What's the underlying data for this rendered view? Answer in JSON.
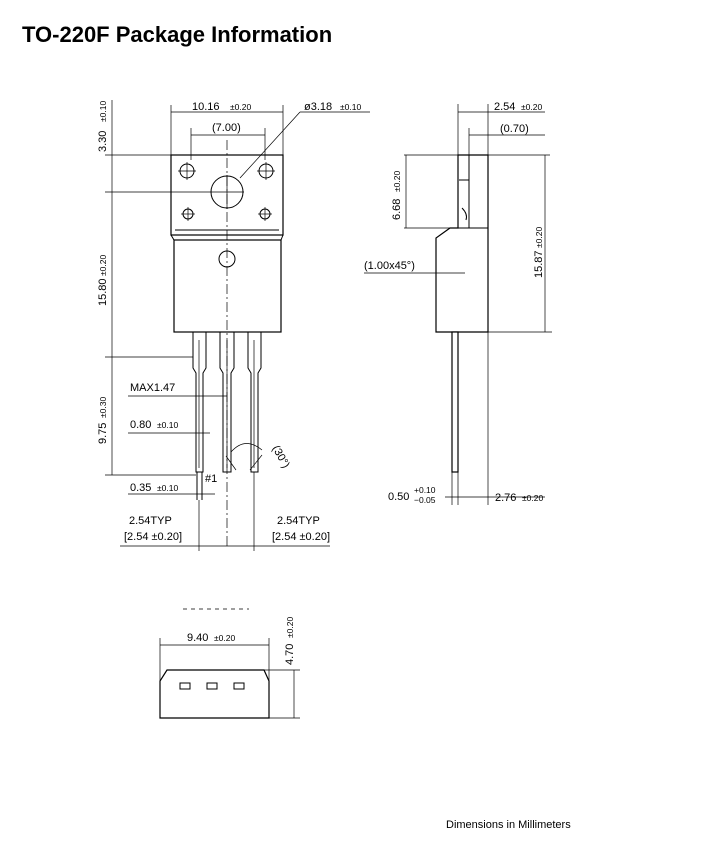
{
  "title": "TO-220F Package Information",
  "footer": "Dimensions in Millimeters",
  "front_view": {
    "overall_width": {
      "value": "10.16",
      "tol": "±0.20"
    },
    "hole_diameter": {
      "value": "ø3.18",
      "tol": "±0.10"
    },
    "inner_width": "(7.00)",
    "tab_top": {
      "value": "3.30",
      "tol": "±0.10"
    },
    "body_height": {
      "value": "15.80",
      "tol": "±0.20"
    },
    "lead_length": {
      "value": "9.75",
      "tol": "±0.30"
    },
    "max_lead_shoulder": "MAX1.47",
    "lead_width": {
      "value": "0.80",
      "tol": "±0.10"
    },
    "lead_thickness": {
      "value": "0.35",
      "tol": "±0.10"
    },
    "pin_one": "#1",
    "bend_angle": "(30°)",
    "pitch_left": {
      "typ": "2.54TYP",
      "range": "[2.54 ±0.20]"
    },
    "pitch_right": {
      "typ": "2.54TYP",
      "range": "[2.54 ±0.20]"
    }
  },
  "side_view": {
    "top_width": {
      "value": "2.54",
      "tol": "±0.20"
    },
    "step": "(0.70)",
    "upper_height": {
      "value": "6.68",
      "tol": "±0.20"
    },
    "overall_height": {
      "value": "15.87",
      "tol": "±0.20"
    },
    "chamfer": "(1.00x45°)",
    "lead_thickness": {
      "value": "0.50",
      "tol_plus": "+0.10",
      "tol_minus": "−0.05"
    },
    "base_depth": {
      "value": "2.76",
      "tol": "±0.20"
    }
  },
  "bottom_view": {
    "width": {
      "value": "9.40",
      "tol": "±0.20"
    },
    "height": {
      "value": "4.70",
      "tol": "±0.20"
    }
  }
}
